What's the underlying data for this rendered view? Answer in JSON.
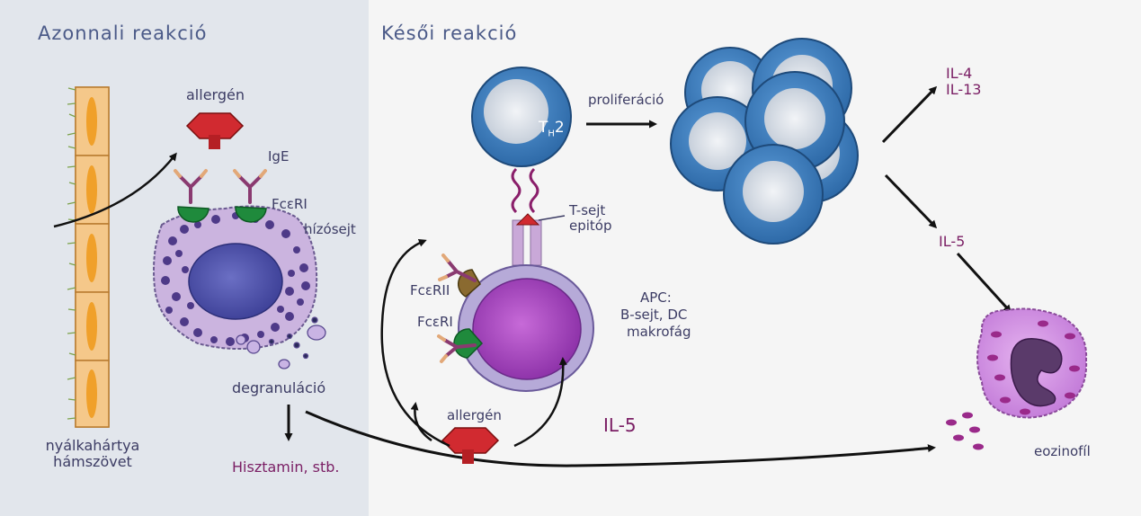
{
  "headings": {
    "immediate": "Azonnali reakció",
    "late": "Késői reakció"
  },
  "labels": {
    "allergen_top": "allergén",
    "ige": "IgE",
    "fceri_top": "FcεRI",
    "mast_cell": "hízósejt",
    "degranulation": "degranuláció",
    "histamine": "Hisztamin, stb.",
    "mucosa_line1": "nyálkahártya",
    "mucosa_line2": "hámszövet",
    "th2_main": "T",
    "th2_sub": "H",
    "th2_num": "2",
    "t_cell_line1": "T-sejt",
    "t_cell_line2": "epitóp",
    "fceri2": "FcεRII",
    "fceri_bottom": "FcεRI",
    "apc_line1": "APC:",
    "apc_line2": "B-sejt,  DC",
    "apc_line3": "makrofág",
    "allergen_bottom": "allergén",
    "il5_center": "IL-5",
    "proliferation": "proliferáció",
    "il4": "IL-4",
    "il13": "IL-13",
    "il5_right": "IL-5",
    "eosinophil": "eozinofíl"
  },
  "colors": {
    "left_panel": "#e2e6ec",
    "right_panel": "#f5f5f5",
    "heading_text": "#4b5a88",
    "label_text": "#3c3c64",
    "cytokine_text": "#7a1e64",
    "t_cell_blue": "#3d7ab8",
    "mast_cell_lilac": "#cbb4df",
    "granule_purple": "#4e3a88",
    "receptor_green": "#1f8a3c",
    "allergen_red": "#c4242c",
    "epithelium_orange": "#f5c88a",
    "eosinophil_magenta": "#d18fe0"
  }
}
